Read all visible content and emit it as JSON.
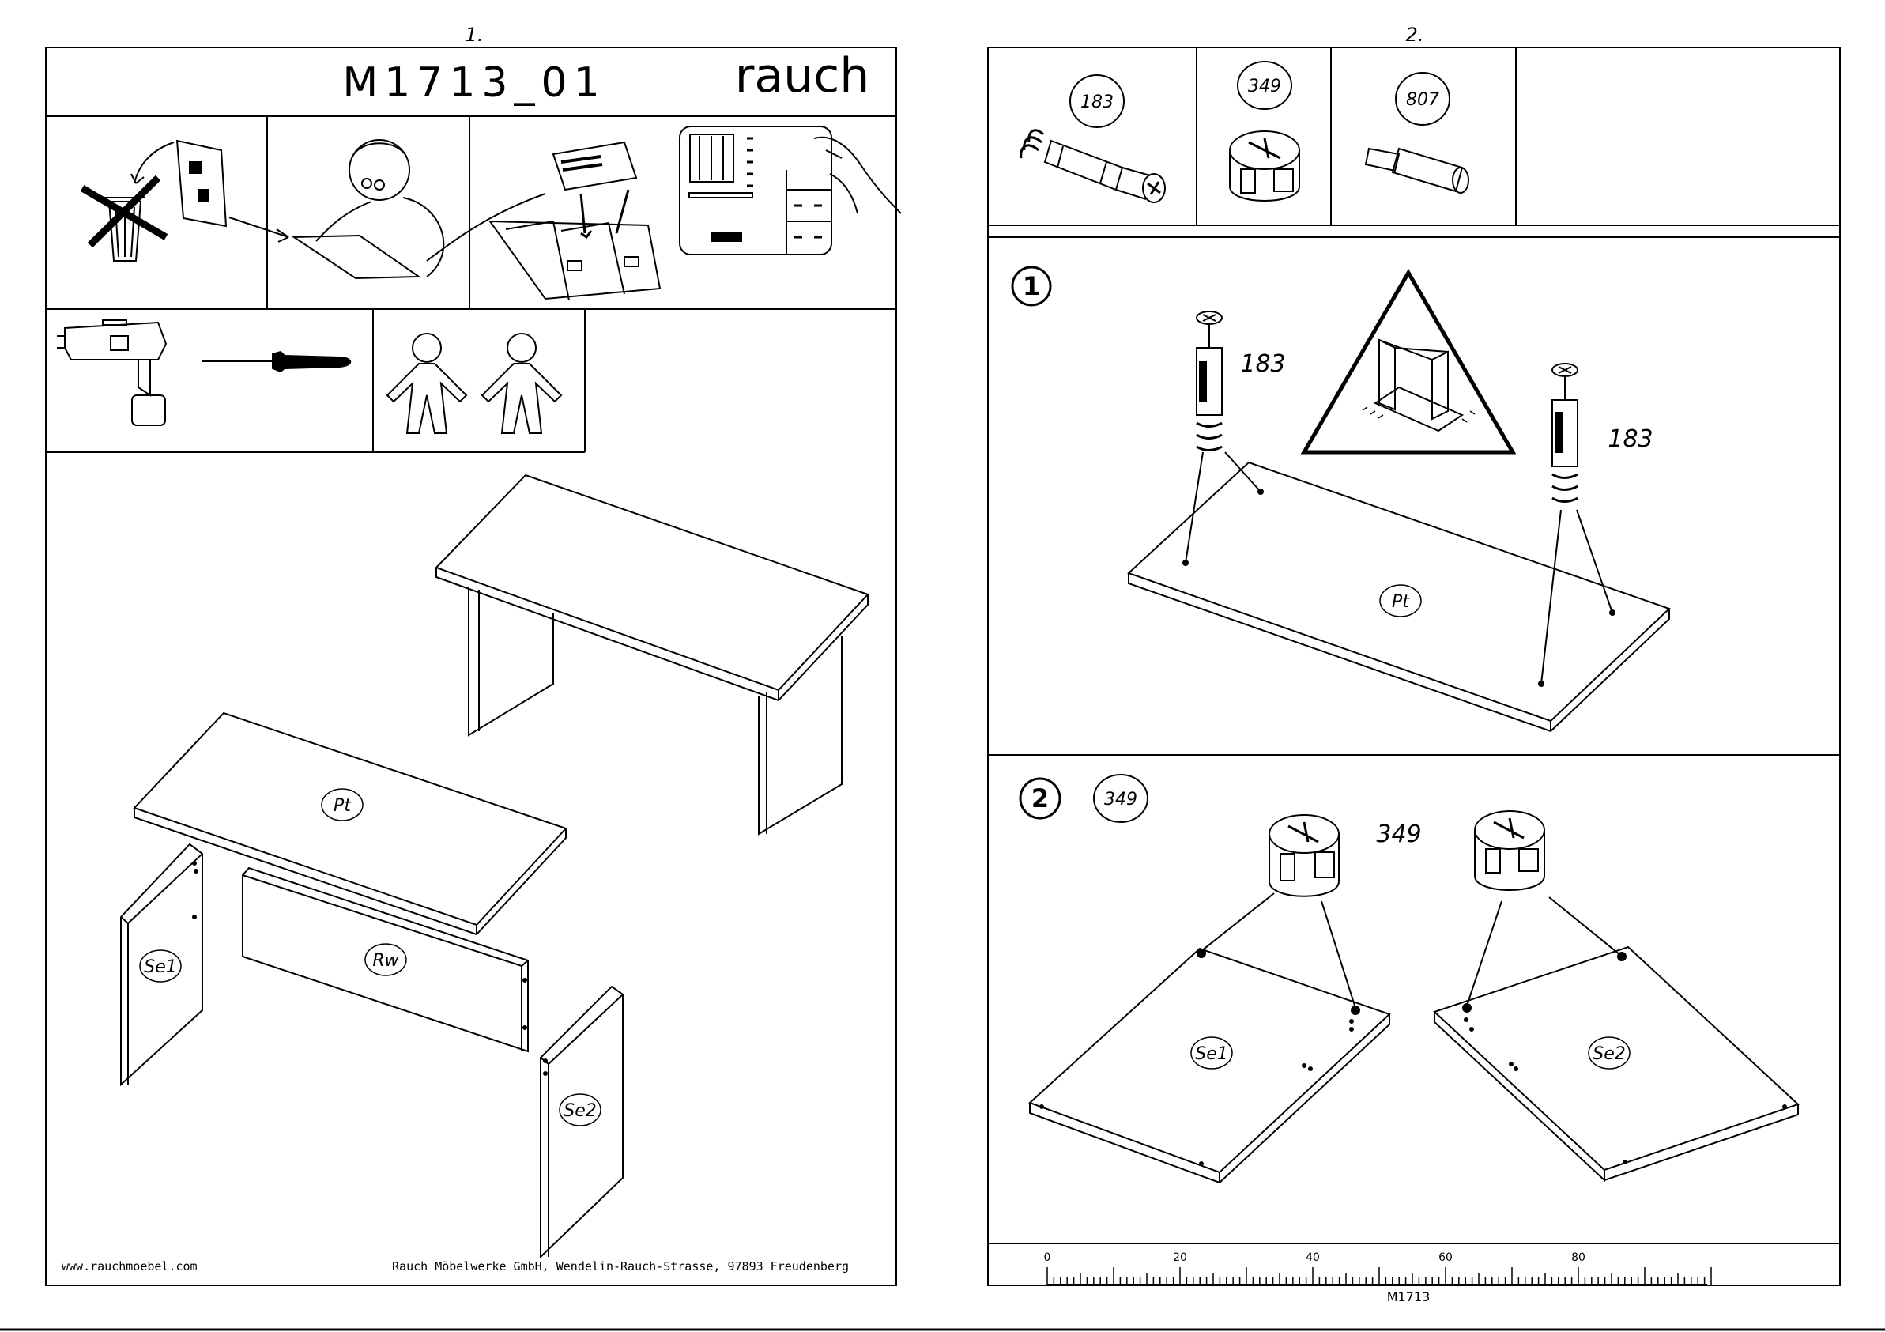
{
  "page1": {
    "number": "1.",
    "title": "M1713_01",
    "brand": "rauch",
    "footer_left": "www.rauchmoebel.com",
    "footer_right": "Rauch Möbelwerke GmbH, Wendelin-Rauch-Strasse, 97893 Freudenberg",
    "parts": {
      "pt": "Pt",
      "se1": "Se1",
      "rw": "Rw",
      "se2": "Se2"
    },
    "icons": [
      "no-trash-icon",
      "read-manual-icon",
      "file-manual-icon",
      "rating-card-icon",
      "drill-icon",
      "screwdriver-icon",
      "two-persons-icon"
    ]
  },
  "page2": {
    "number": "2.",
    "hardware": [
      {
        "code": "183"
      },
      {
        "code": "349"
      },
      {
        "code": "807"
      }
    ],
    "step1": {
      "number": "1",
      "callout_left": "183",
      "callout_right": "183",
      "panel": "Pt"
    },
    "step2": {
      "number": "2",
      "part": "349",
      "callout": "349",
      "panel_left": "Se1",
      "panel_right": "Se2"
    },
    "ruler": {
      "ticks": [
        "0",
        "20",
        "40",
        "60",
        "80"
      ],
      "label": "M1713"
    }
  }
}
